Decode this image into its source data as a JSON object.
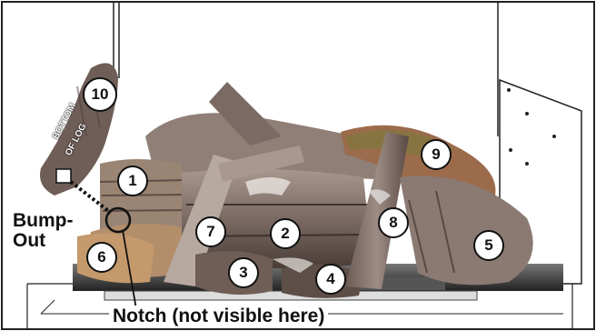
{
  "log_numbers": [
    "1",
    "2",
    "3",
    "4",
    "5",
    "6",
    "7",
    "8",
    "9",
    "10"
  ],
  "callouts": {
    "bump_out": "Bump-\nOut",
    "notch": "Notch (not visible here)"
  },
  "log_label": {
    "line1": "BOTTOM",
    "line2": "OF LOG"
  },
  "colors": {
    "frame": "#222222",
    "log_dark": "#5e4e48",
    "log_mid": "#8a7a72",
    "log_light": "#b7a9a0",
    "ember": "#d28a3c",
    "moss": "#7b7a3a"
  }
}
